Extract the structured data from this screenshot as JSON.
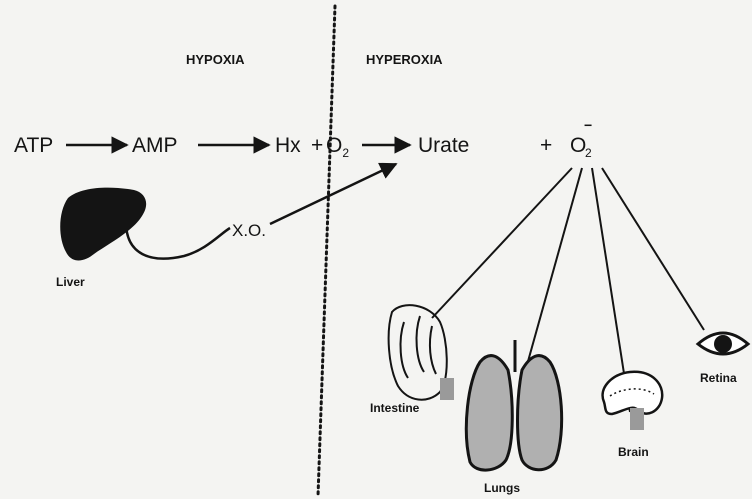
{
  "headers": {
    "left": "HYPOXIA",
    "right": "HYPEROXIA"
  },
  "pathway": {
    "atp": "ATP",
    "amp": "AMP",
    "hx": "Hx",
    "plus1": "+",
    "o2_base": "O",
    "o2_sub": "2",
    "urate": "Urate",
    "plus2": "+",
    "superoxide_base": "O",
    "superoxide_sub": "2",
    "superoxide_sup": "−"
  },
  "enzyme": "X.O.",
  "organs": {
    "liver": "Liver",
    "intestine": "Intestine",
    "lungs": "Lungs",
    "brain": "Brain",
    "retina": "Retina"
  },
  "colors": {
    "ink": "#141414",
    "paper": "#f4f4f2",
    "shade": "#9a9a9a"
  }
}
